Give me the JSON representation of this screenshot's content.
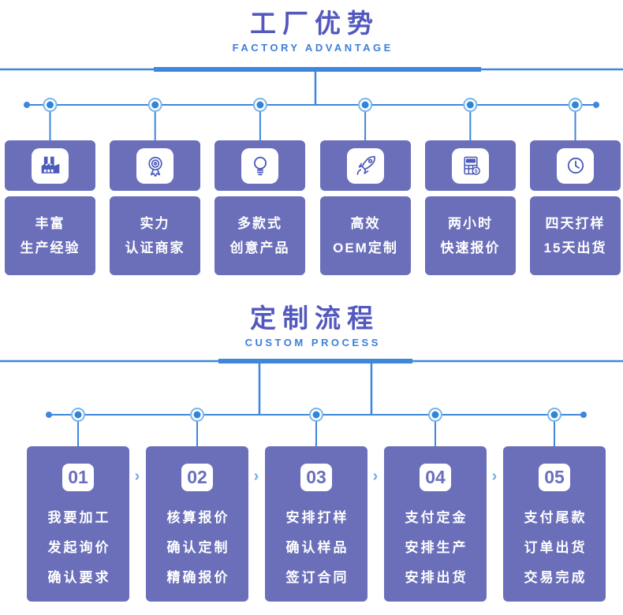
{
  "colors": {
    "line_blue": "#3E87DC",
    "ring_light_blue": "#7AB5E9",
    "title_violet": "#5358BE",
    "subtitle_blue": "#3E7FD8",
    "card_purple": "#6B6FBA",
    "icon_violet": "#4D5BBB",
    "arrow_light_blue": "#6FACE3"
  },
  "section_factory": {
    "title": "工厂优势",
    "subtitle": "FACTORY ADVANTAGE",
    "cards": [
      {
        "icon": "factory-icon",
        "line1": "丰富",
        "line2": "生产经验"
      },
      {
        "icon": "medal-icon",
        "line1": "实力",
        "line2": "认证商家"
      },
      {
        "icon": "bulb-icon",
        "line1": "多款式",
        "line2": "创意产品"
      },
      {
        "icon": "rocket-icon",
        "line1": "高效",
        "line2": "OEM定制"
      },
      {
        "icon": "calculator-icon",
        "line1": "两小时",
        "line2": "快速报价"
      },
      {
        "icon": "clock-icon",
        "line1": "四天打样",
        "line2": "15天出货"
      }
    ]
  },
  "section_process": {
    "title": "定制流程",
    "subtitle": "CUSTOM PROCESS",
    "arrow_glyph": "›",
    "steps": [
      {
        "number": "01",
        "lines": [
          "我要加工",
          "发起询价",
          "确认要求"
        ]
      },
      {
        "number": "02",
        "lines": [
          "核算报价",
          "确认定制",
          "精确报价"
        ]
      },
      {
        "number": "03",
        "lines": [
          "安排打样",
          "确认样品",
          "签订合同"
        ]
      },
      {
        "number": "04",
        "lines": [
          "支付定金",
          "安排生产",
          "安排出货"
        ]
      },
      {
        "number": "05",
        "lines": [
          "支付尾款",
          "订单出货",
          "交易完成"
        ]
      }
    ]
  }
}
